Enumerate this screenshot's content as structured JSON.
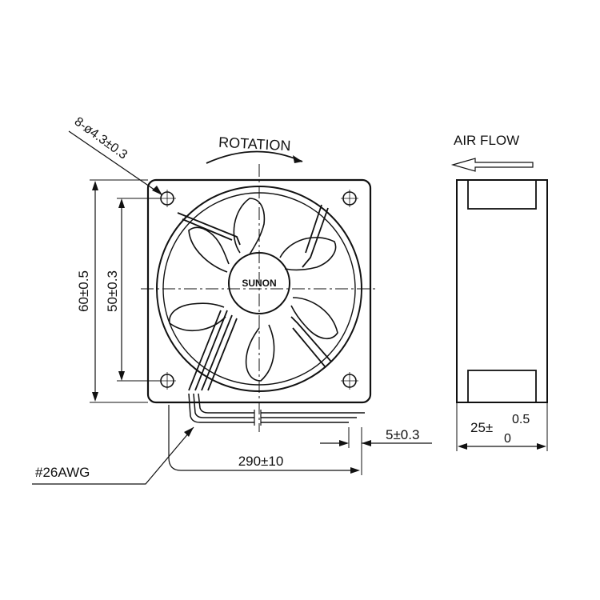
{
  "labels": {
    "rotation": "ROTATION",
    "airflow": "AIR FLOW",
    "holes": "8-ø4.3±0.3",
    "brand": "SUNON",
    "height_outer": "60±0.5",
    "height_holes": "50±0.3",
    "thickness_main": "25±",
    "thickness_upper": "0.5",
    "thickness_lower": "0",
    "wire_gauge": "#26AWG",
    "lead_length": "290±10",
    "lead_strip": "5±0.3"
  },
  "colors": {
    "line": "#111111",
    "background": "#ffffff"
  }
}
